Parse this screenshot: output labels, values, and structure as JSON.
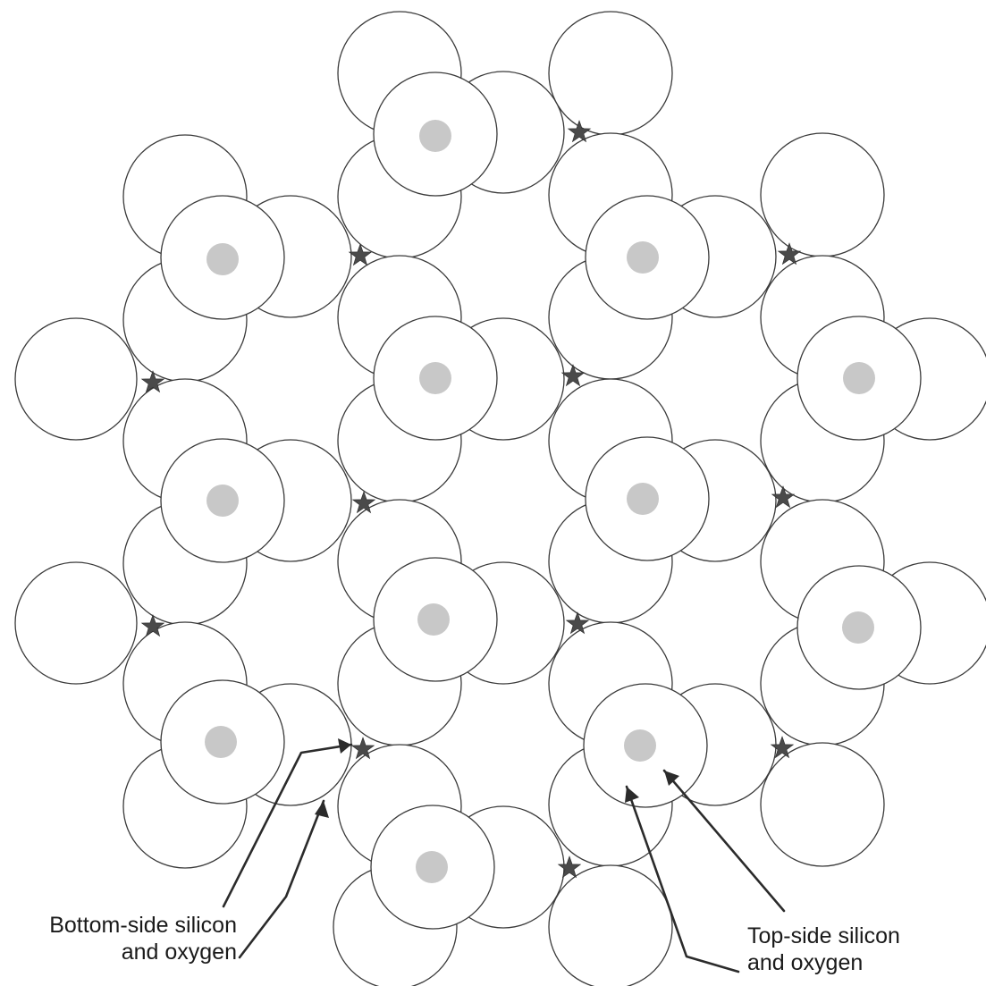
{
  "colors": {
    "circle_stroke": "#3a3a3a",
    "circle_fill": "#ffffff",
    "silicon_fill": "#c8c8c8",
    "star_fill": "#4a4a4a",
    "arrow": "#2b2b2b"
  },
  "marker_icon": "star-icon",
  "labels": {
    "bottom_side": {
      "line1": "Bottom-side silicon",
      "line2": "and oxygen"
    },
    "top_side": {
      "line1": "Top-side silicon",
      "line2": "and oxygen"
    }
  }
}
